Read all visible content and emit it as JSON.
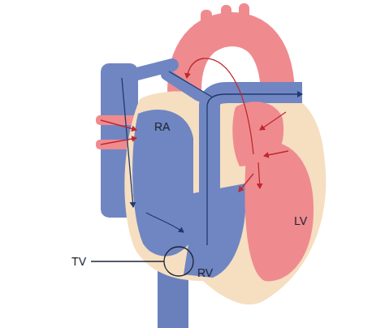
{
  "diagram": {
    "labels": [
      "RA",
      "LV",
      "TV",
      "RV"
    ]
  }
}
